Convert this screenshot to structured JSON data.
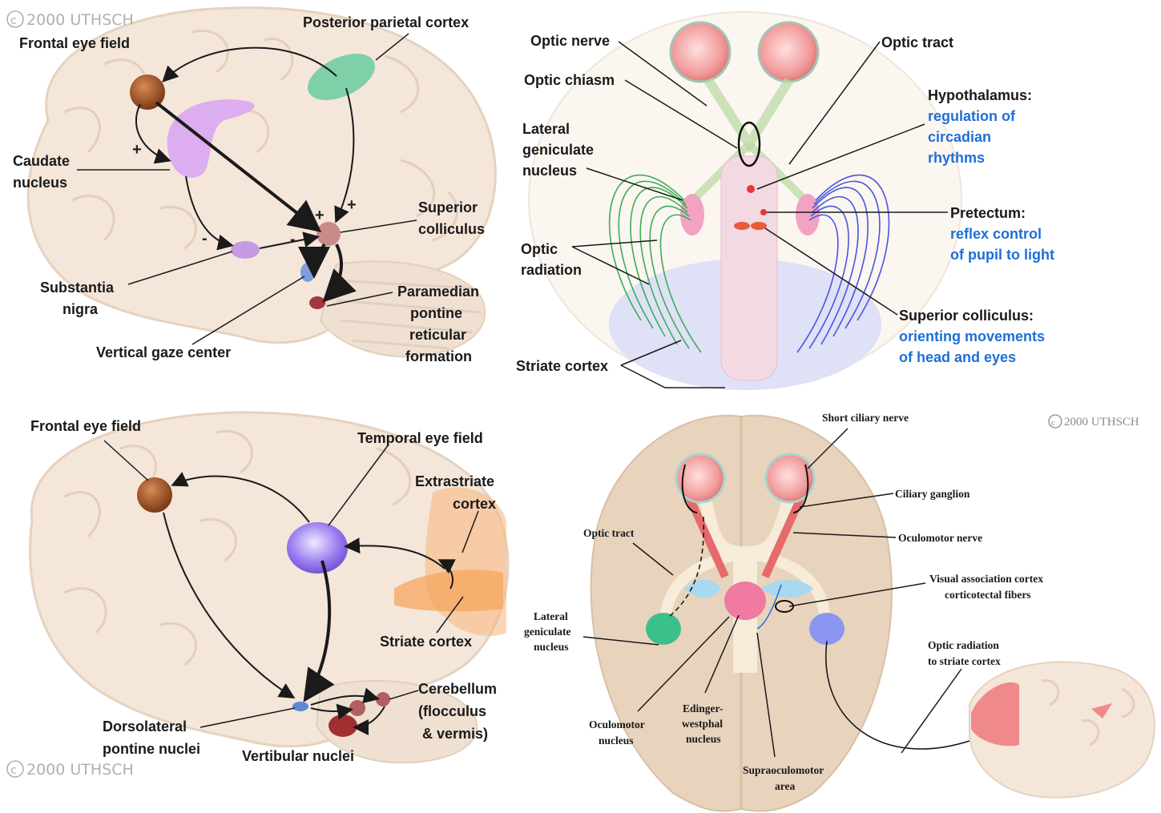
{
  "panels": {
    "saccade": {
      "copyright": "2000 UTHSCH",
      "labels": {
        "frontal_eye_field": "Frontal eye field",
        "posterior_parietal_cortex": "Posterior parietal cortex",
        "caudate_1": "Caudate",
        "caudate_2": "nucleus",
        "superior_colliculus_1": "Superior",
        "superior_colliculus_2": "colliculus",
        "substantia_nigra_1": "Substantia",
        "substantia_nigra_2": "nigra",
        "vertical_gaze_center": "Vertical gaze center",
        "pprf_1": "Paramedian",
        "pprf_2": "pontine",
        "pprf_3": "reticular",
        "pprf_4": "formation"
      },
      "signs": {
        "plus": "+",
        "minus": "-"
      }
    },
    "visual_pathway": {
      "labels": {
        "optic_nerve": "Optic nerve",
        "optic_chiasm": "Optic chiasm",
        "optic_tract": "Optic tract",
        "lgn_1": "Lateral",
        "lgn_2": "geniculate",
        "lgn_3": "nucleus",
        "optic_radiation_1": "Optic",
        "optic_radiation_2": "radiation",
        "striate_cortex": "Striate cortex",
        "hypothalamus": "Hypothalamus:",
        "hypothalamus_fn_1": "regulation of",
        "hypothalamus_fn_2": "circadian",
        "hypothalamus_fn_3": "rhythms",
        "pretectum": "Pretectum:",
        "pretectum_fn_1": "reflex control",
        "pretectum_fn_2": "of pupil to light",
        "superior_colliculus": "Superior colliculus:",
        "superior_colliculus_fn_1": "orienting movements",
        "superior_colliculus_fn_2": "of head and eyes"
      }
    },
    "pursuit": {
      "copyright": "2000 UTHSCH",
      "labels": {
        "frontal_eye_field": "Frontal eye field",
        "temporal_eye_field": "Temporal eye field",
        "extrastriate_1": "Extrastriate",
        "extrastriate_2": "cortex",
        "striate_cortex": "Striate cortex",
        "cerebellum_1": "Cerebellum",
        "cerebellum_2": "(flocculus",
        "cerebellum_3": "& vermis)",
        "dorsolateral_1": "Dorsolateral",
        "dorsolateral_2": "pontine nuclei",
        "vestibular_nuclei": "Vertibular nuclei"
      }
    },
    "pupil_reflex": {
      "copyright": "2000 UTHSCH",
      "labels": {
        "short_ciliary_nerve": "Short ciliary nerve",
        "ciliary_ganglion": "Ciliary ganglion",
        "oculomotor_nerve": "Oculomotor nerve",
        "optic_tract": "Optic tract",
        "visual_assoc_1": "Visual association cortex",
        "visual_assoc_2": "corticotectal fibers",
        "lgn_1": "Lateral",
        "lgn_2": "geniculate",
        "lgn_3": "nucleus",
        "optic_radiation_1": "Optic radiation",
        "optic_radiation_2": "to striate cortex",
        "oculomotor_nucleus_1": "Oculomotor",
        "oculomotor_nucleus_2": "nucleus",
        "edinger_1": "Edinger-",
        "edinger_2": "westphal",
        "edinger_3": "nucleus",
        "supraoculomotor_1": "Supraoculomotor",
        "supraoculomotor_2": "area"
      }
    }
  },
  "colors": {
    "brain": "#f4e6d9",
    "brain_outline": "#e5d2c0",
    "frontal_eye_field": "#a0522d",
    "posterior_parietal": "#7fcfa8",
    "caudate": "#d9a6f2",
    "substantia_nigra": "#c49be0",
    "colliculus": "#c98a8a",
    "temporal_eye_field": "#8a6ae0",
    "extrastriate": "#f7b57a",
    "label_blue": "#1e6fd6",
    "optic_radiation_left": "#3cae5a",
    "optic_radiation_right": "#4a55e0",
    "lgn_pink": "#f2a3c3",
    "pupil_brain": "#e8d3bd",
    "oculomotor_red": "#e56a6a"
  }
}
